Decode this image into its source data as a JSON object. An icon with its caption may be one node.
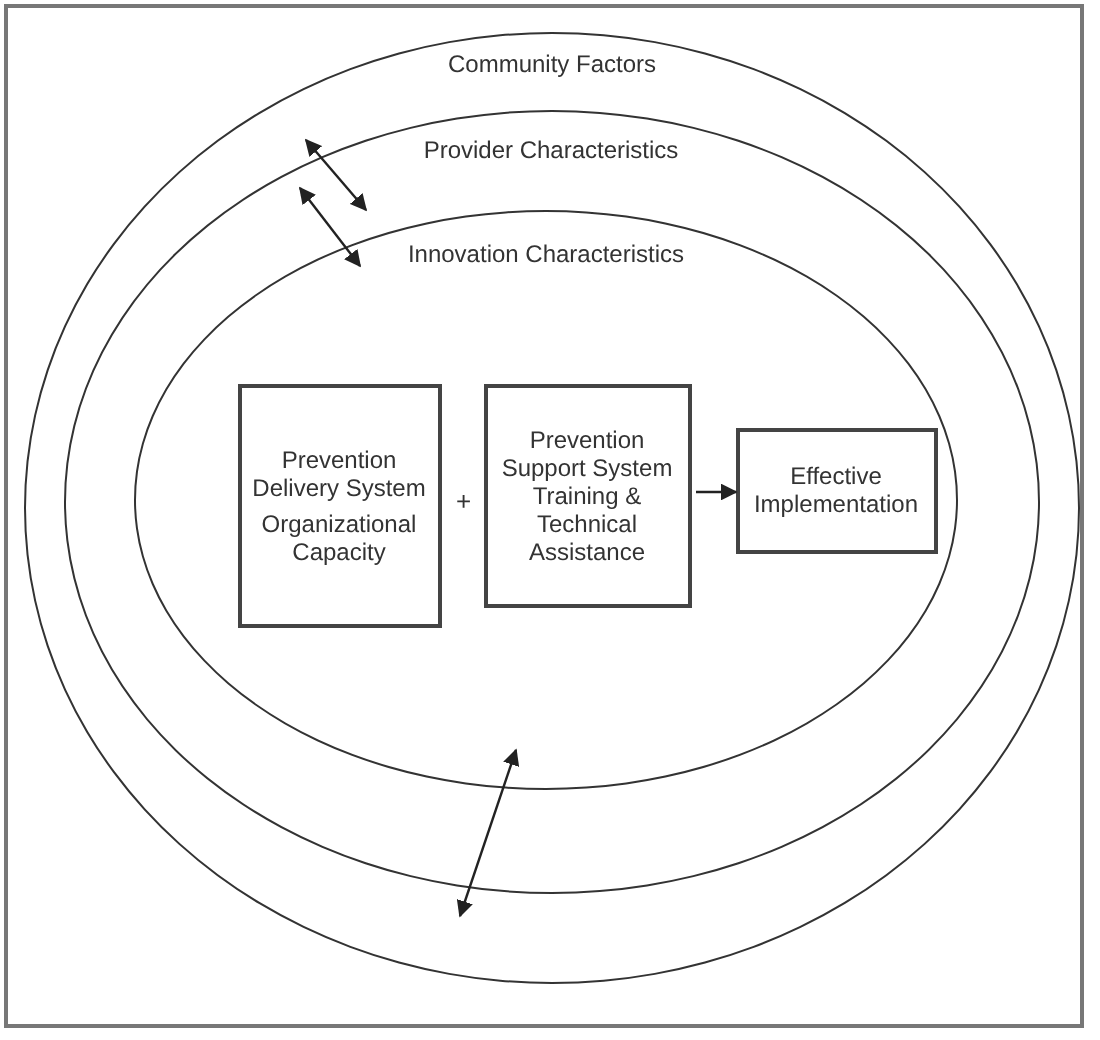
{
  "diagram": {
    "nodes": [
      {
        "text": [
          "Community Factors"
        ]
      },
      {
        "text": [
          "Provider Characteristics"
        ],
        "in": 0
      },
      {
        "text": [
          "Innovation Characteristics"
        ],
        "in": 1
      },
      {
        "text": [
          "Prevention Delivery System",
          "Organizational Capacity"
        ],
        "in": 2
      },
      {
        "text": [
          "Prevention Support System Training & Technical Assistance"
        ],
        "in": 2
      },
      {
        "text": [
          "Effective Implementation"
        ],
        "in": 2
      }
    ],
    "edges": [
      {
        "from": 0,
        "to": 1,
        "arrow": "both"
      },
      {
        "from": 1,
        "to": 2,
        "arrow": "both"
      },
      {
        "from": 2,
        "to": 0,
        "arrow": "both"
      },
      {
        "from": 4,
        "to": 5,
        "arrow": "to"
      }
    ],
    "labels": [
      "+"
    ]
  }
}
